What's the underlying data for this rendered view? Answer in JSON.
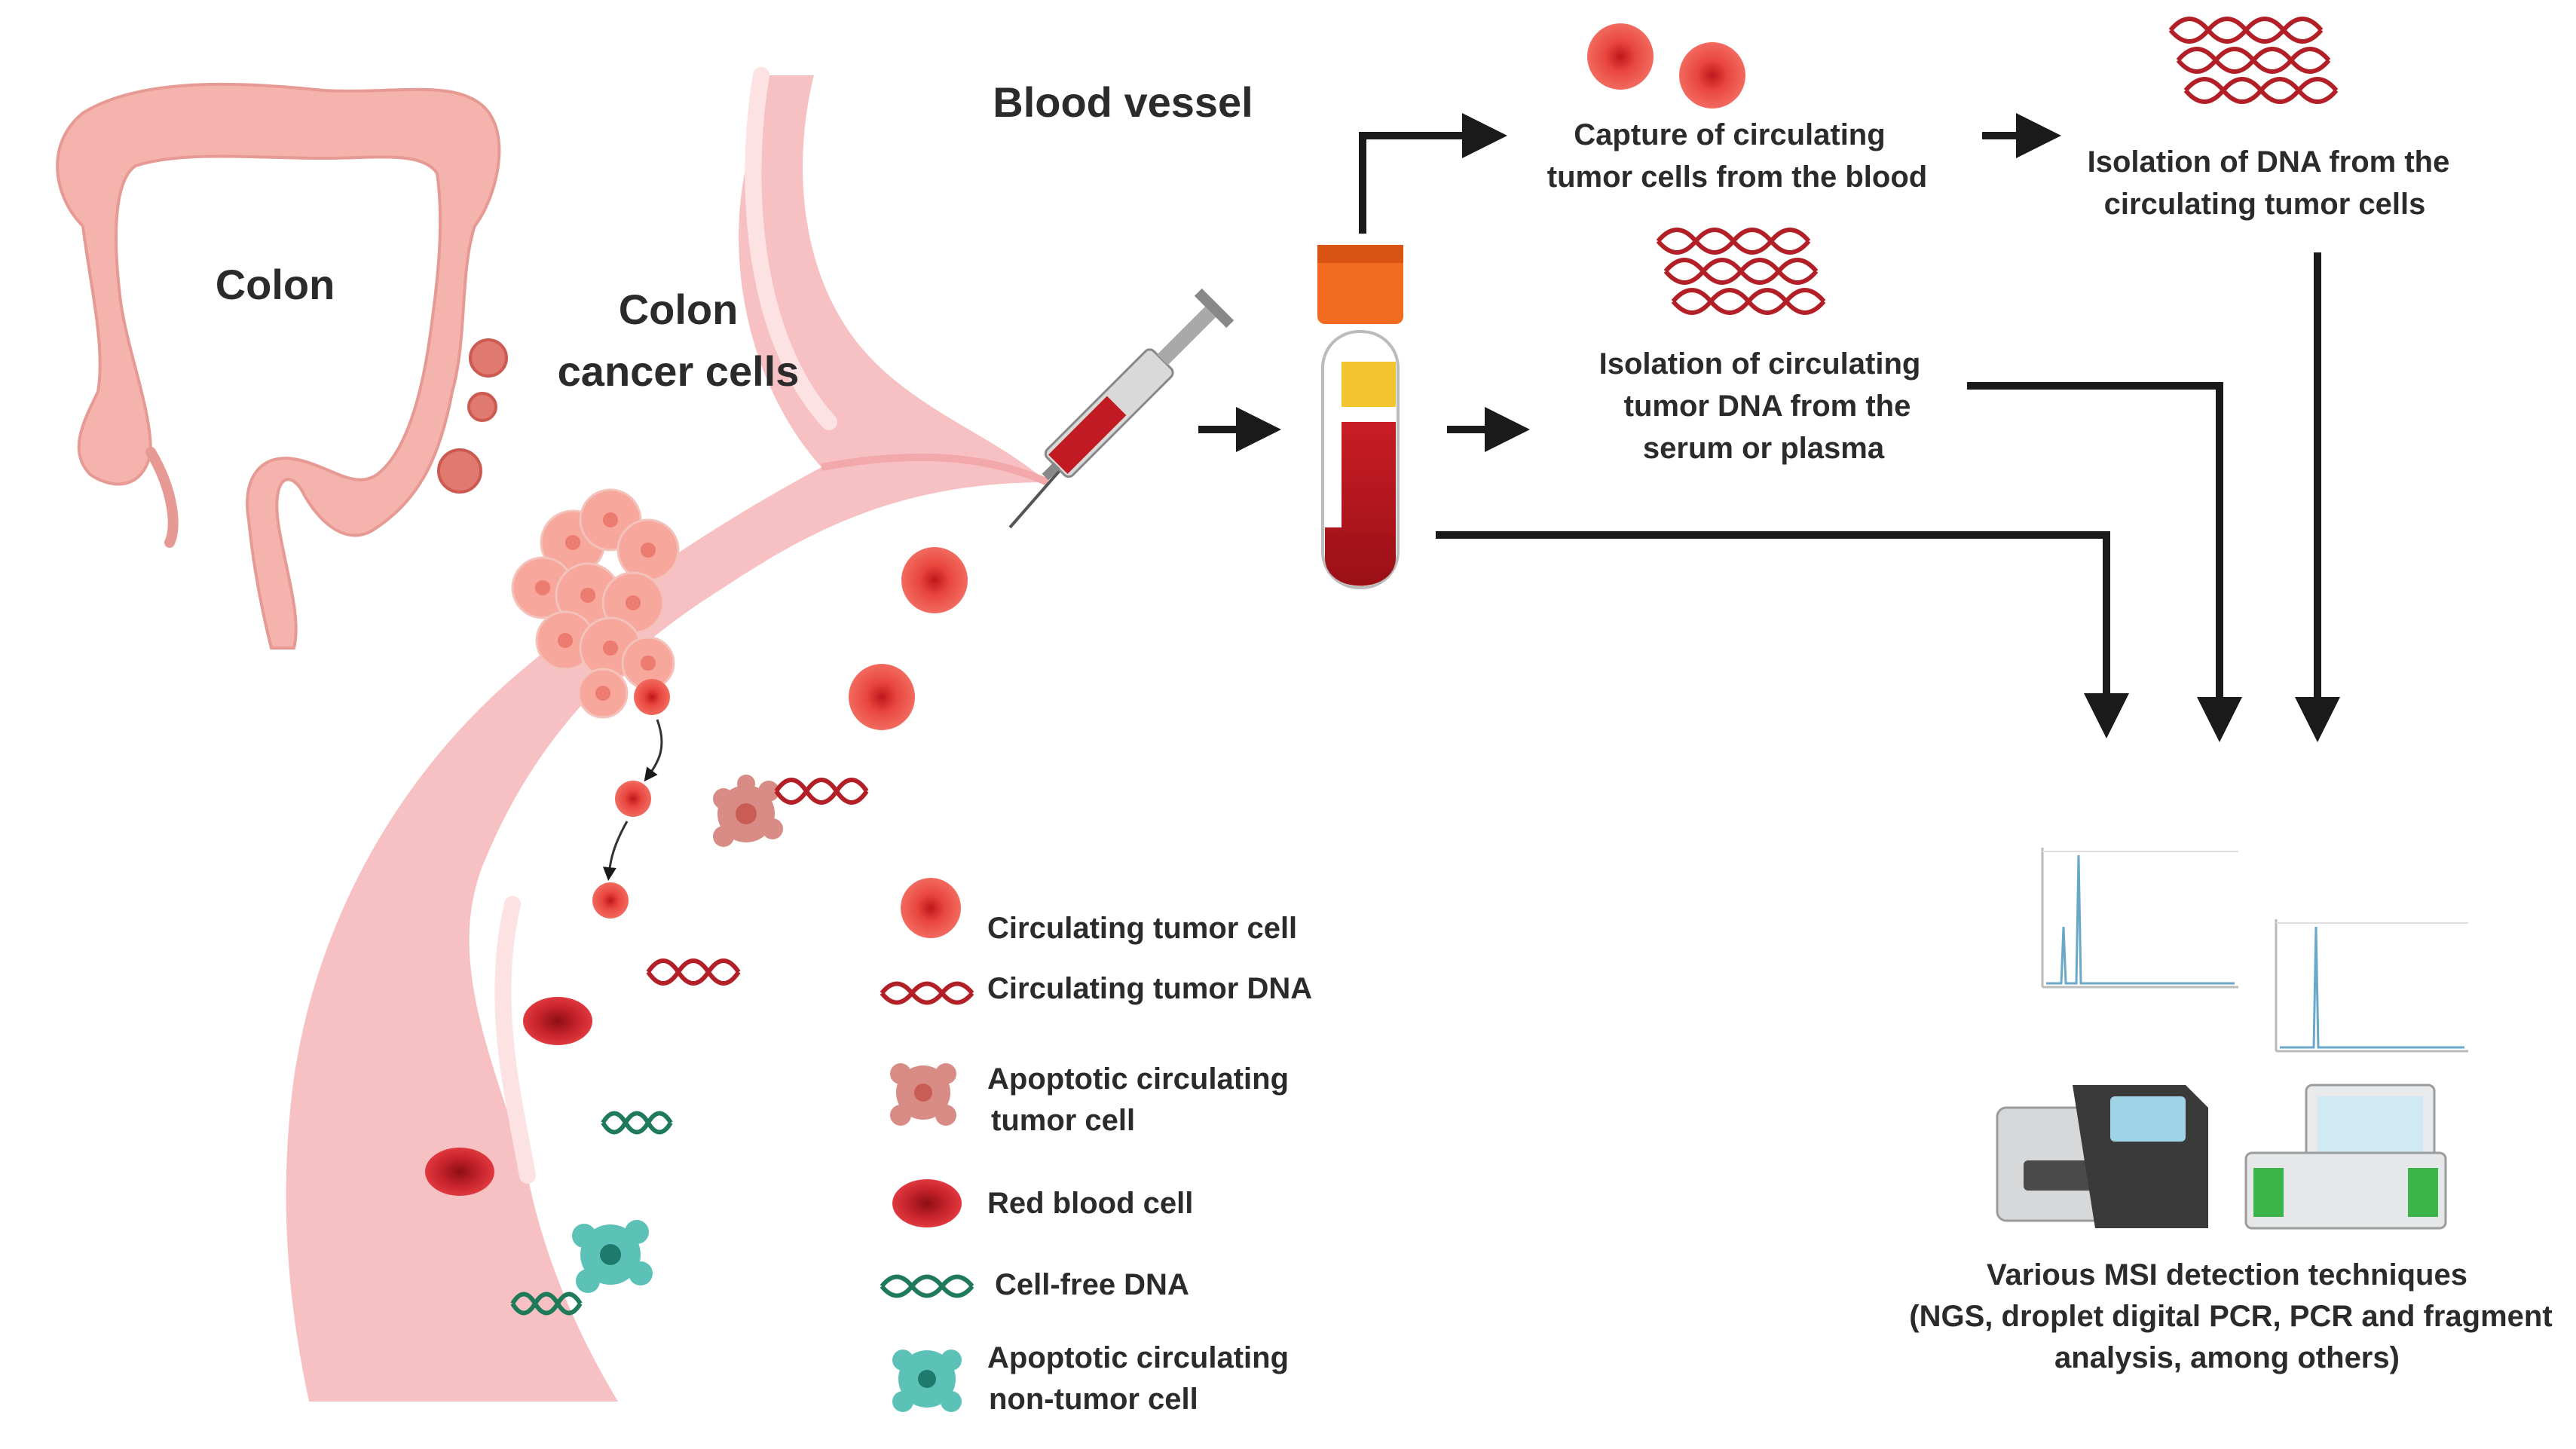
{
  "labels": {
    "colon": "Colon",
    "colon_cancer_cells_l1": "Colon",
    "colon_cancer_cells_l2": "cancer cells",
    "blood_vessel": "Blood vessel"
  },
  "steps": {
    "ctc_capture_l1": "Capture of circulating",
    "ctc_capture_l2": "tumor cells from the blood",
    "dna_from_ctc_l1": "Isolation of DNA from the",
    "dna_from_ctc_l2": "circulating tumor cells",
    "ctdna_l1": "Isolation of circulating",
    "ctdna_l2": "tumor DNA from the",
    "ctdna_l3": "serum or plasma",
    "msi_l1": "Various MSI detection techniques",
    "msi_l2": "(NGS, droplet digital PCR, PCR and fragment",
    "msi_l3": "analysis, among others)"
  },
  "legend": {
    "ctc": "Circulating tumor cell",
    "ctdna": "Circulating tumor DNA",
    "apoptotic_tumor_l1": "Apoptotic circulating",
    "apoptotic_tumor_l2": "tumor cell",
    "rbc": "Red blood cell",
    "cfdna": "Cell-free DNA",
    "apoptotic_nontumor_l1": "Apoptotic circulating",
    "apoptotic_nontumor_l2": "non-tumor cell"
  },
  "colors": {
    "tissue": "#f4b3ad",
    "vessel": "#f7c1c3",
    "tumor_cell": "#e8463e",
    "blood": "#b3151f",
    "dna_tumor": "#b31f26",
    "dna_free": "#1f7a5a",
    "nontumor_cell": "#3fb0a6",
    "arrow": "#1a1a1a",
    "instrument_green": "#3bb54a"
  }
}
